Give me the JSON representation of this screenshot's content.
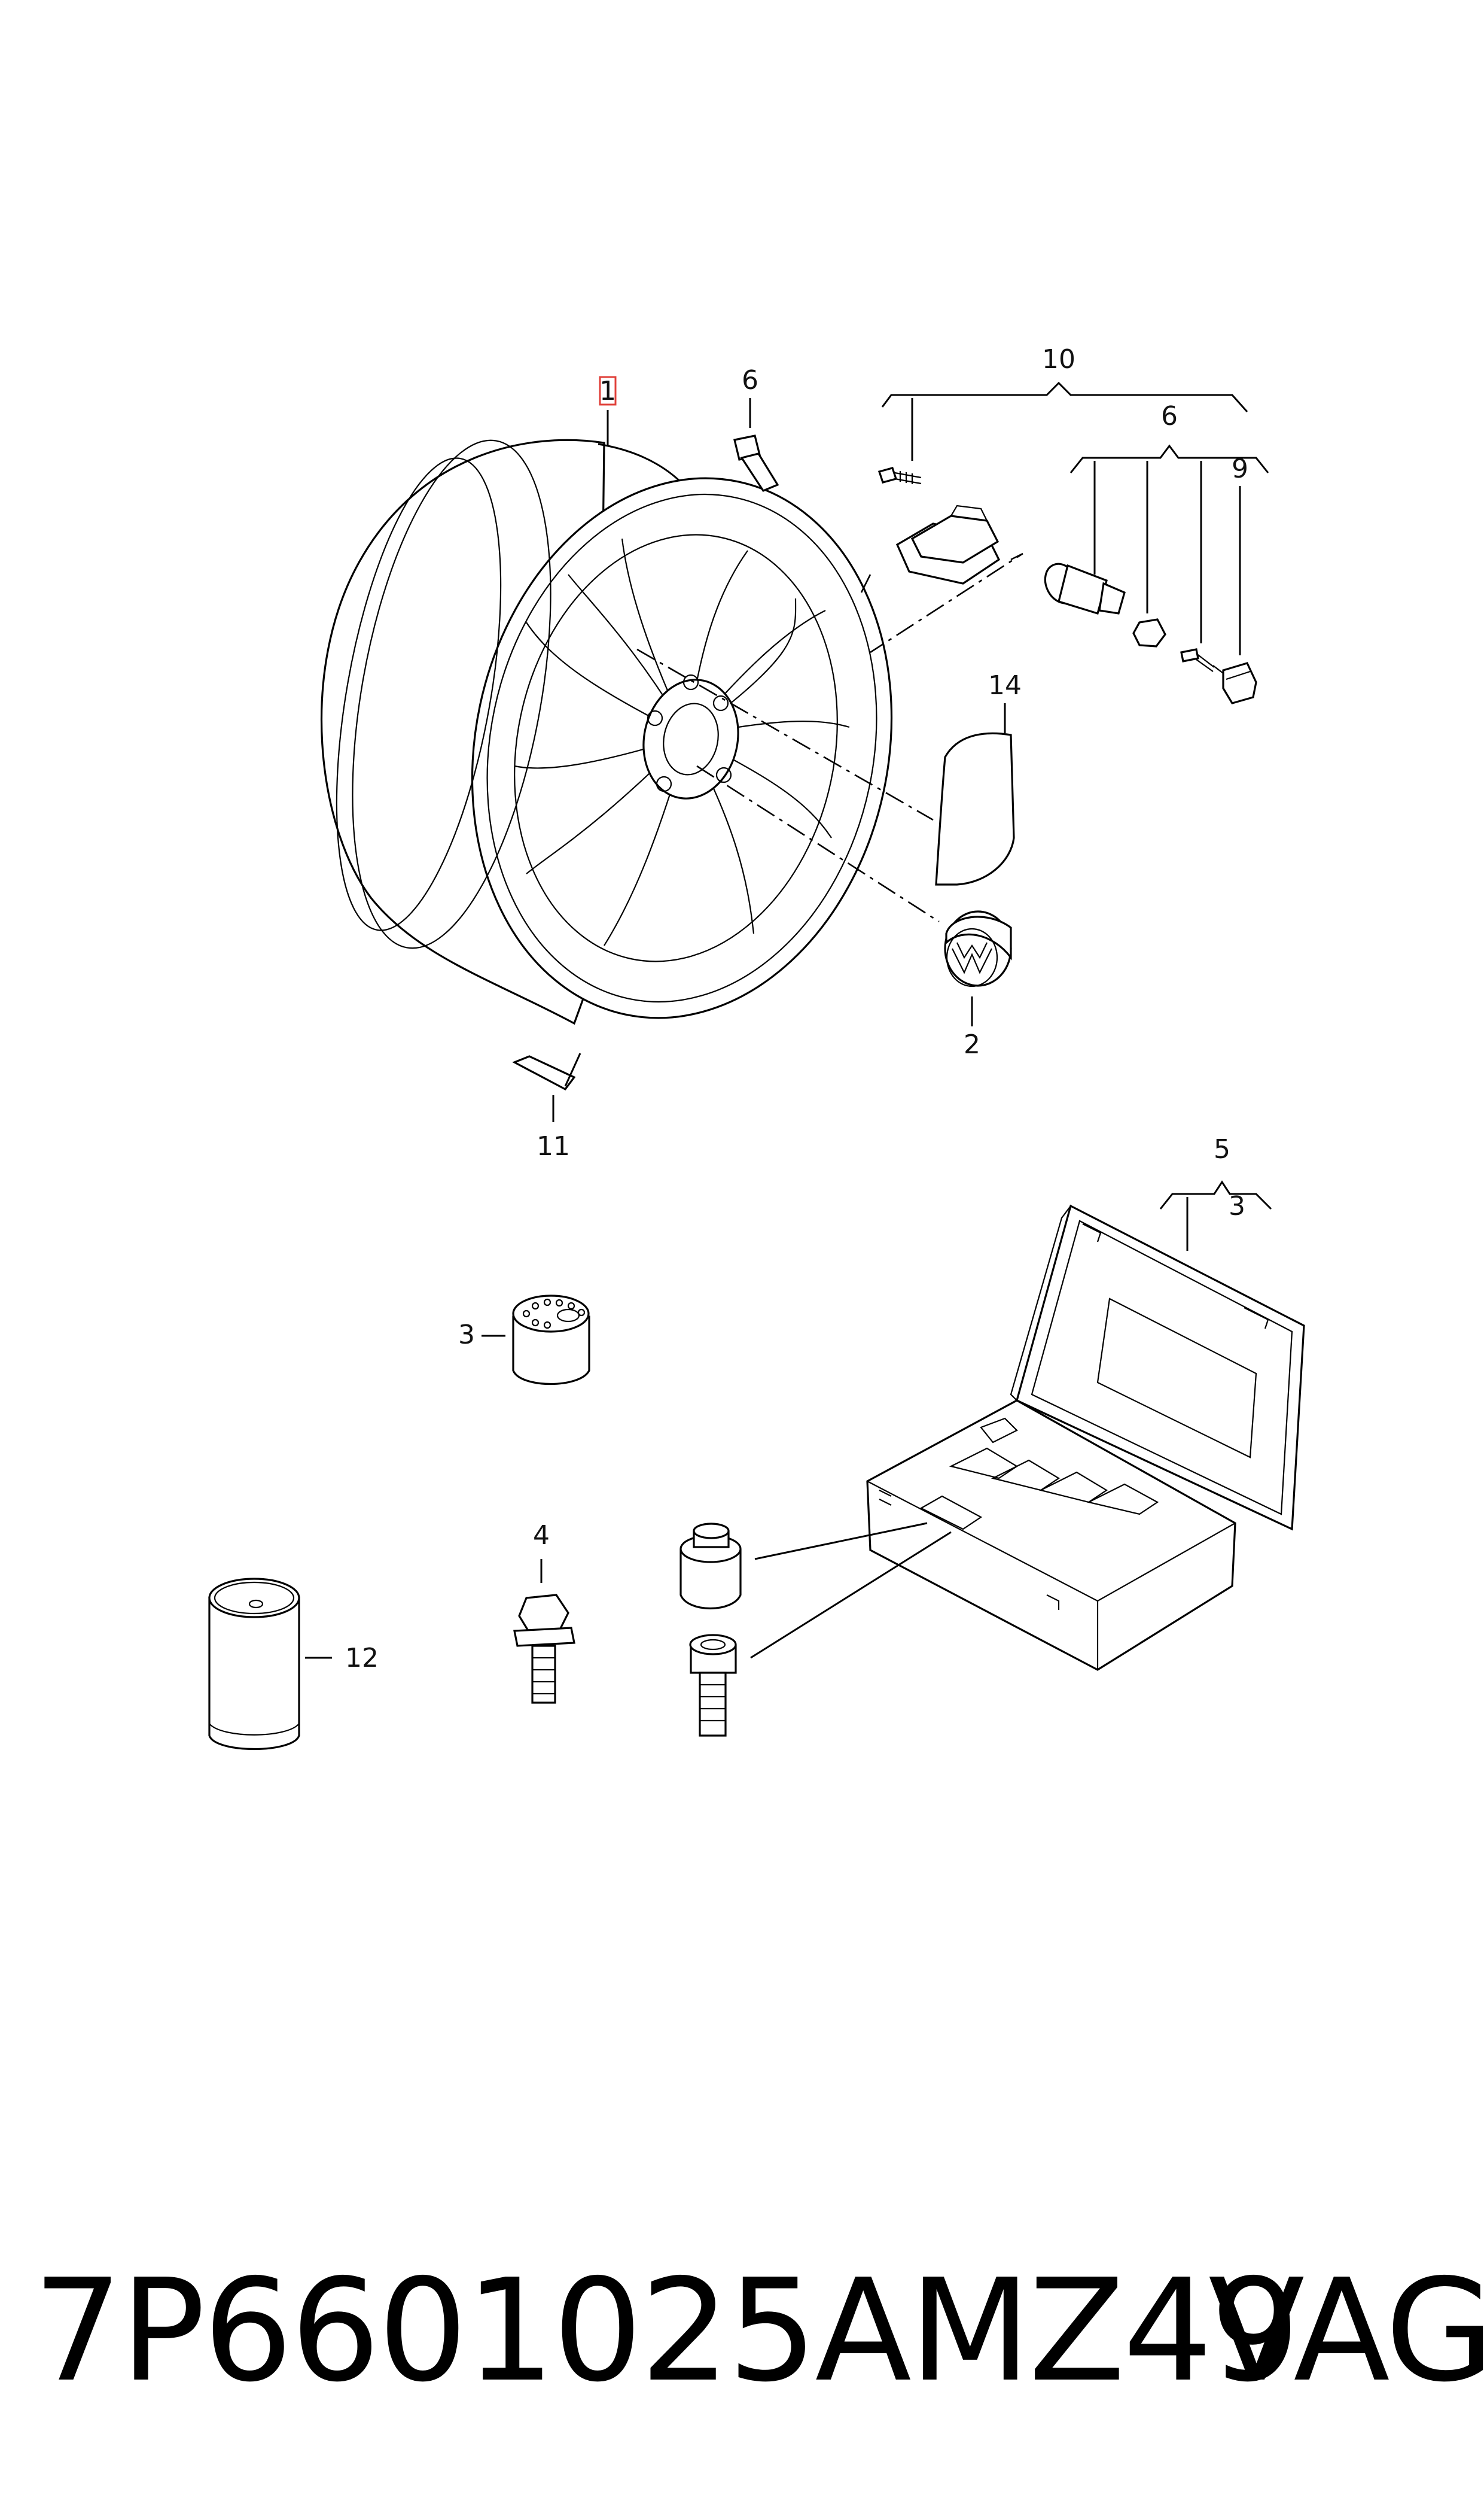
{
  "callouts": {
    "wheel": "1",
    "valve_stem_top": "6",
    "tpms_assembly": "10",
    "valve_parts": "6",
    "valve_cap": "9",
    "sticker": "14",
    "hub_cap": "2",
    "balance_weight": "11",
    "case_set": "5",
    "case_adapter": "3",
    "adapter": "3",
    "wheel_bolt": "4",
    "sealant_bottle": "12"
  },
  "footer": {
    "part_number": "7P6601025AMZ49",
    "brand": "VAG"
  }
}
